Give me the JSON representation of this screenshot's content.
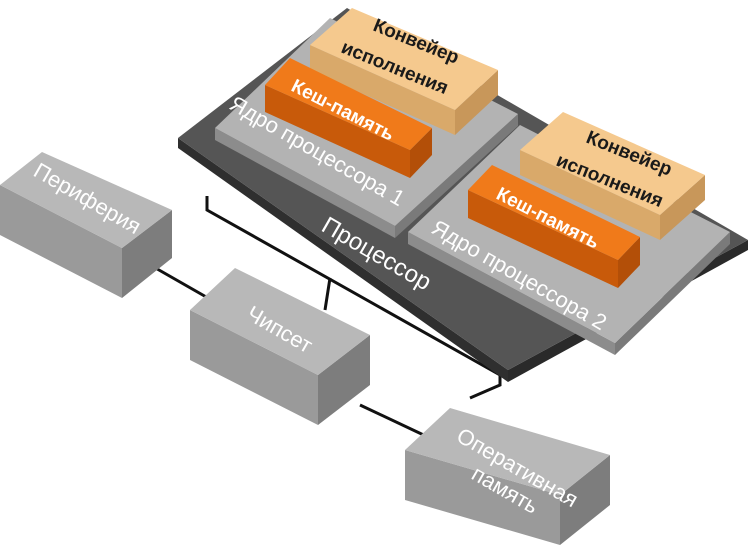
{
  "labels": {
    "processor": "Процессор",
    "core1": "Ядро процессора 1",
    "core2": "Ядро процессора 2",
    "cache1": "Кеш-память",
    "cache2": "Кеш-память",
    "pipeline1_line1": "Конвейер",
    "pipeline1_line2": "исполнения",
    "pipeline2_line1": "Конвейер",
    "pipeline2_line2": "исполнения",
    "periphery": "Периферия",
    "chipset": "Чипсет",
    "memory_line1": "Оперативная",
    "memory_line2": "память"
  },
  "colors": {
    "processor_top": "#555555",
    "processor_side": "#2f2f2f",
    "core_top": "#b3b3b3",
    "core_side": "#8c8c8c",
    "cache_top": "#f07a1a",
    "cache_side": "#c85a0a",
    "pipeline_top": "#f5c98e",
    "pipeline_side": "#d9a96a",
    "box_top": "#b8b8b8",
    "box_front": "#9a9a9a",
    "box_side": "#7d7d7d",
    "wire": "#111111"
  }
}
